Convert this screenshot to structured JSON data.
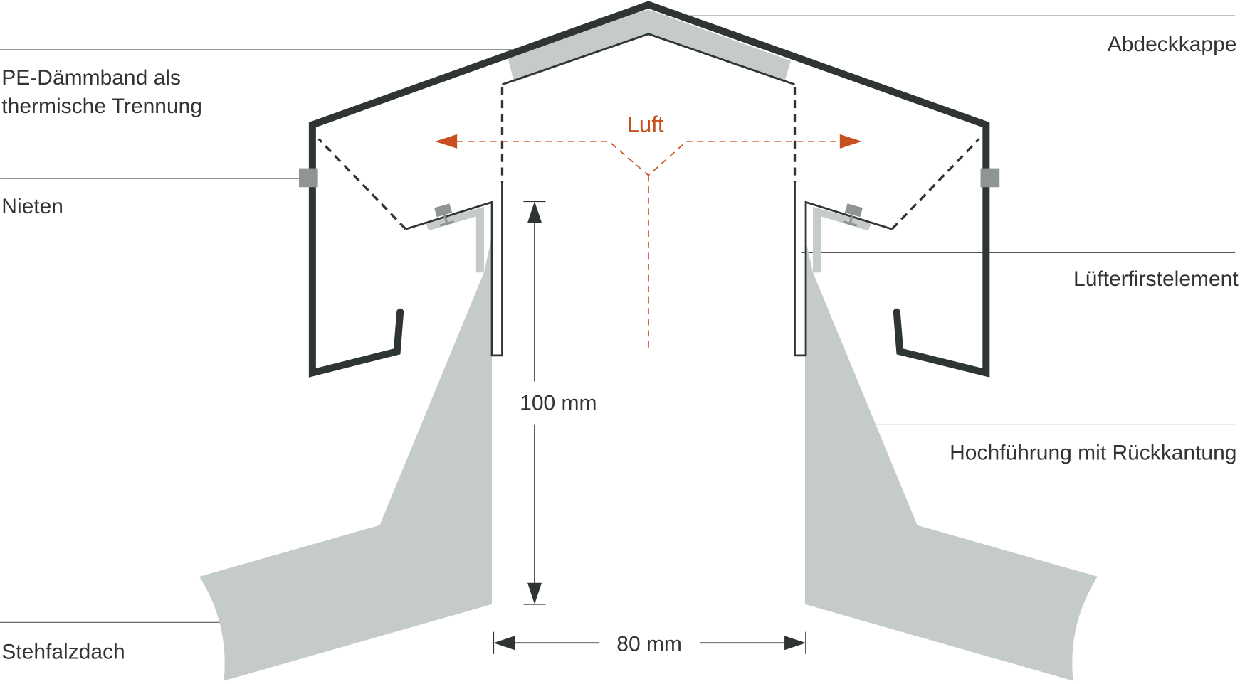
{
  "labels": {
    "abdeckkappe": "Abdeckkappe",
    "pe_line1": "PE-Dämmband als",
    "pe_line2": "thermische Trennung",
    "nieten": "Nieten",
    "luefter": "Lüfterfirstelement",
    "hochfuehrung": "Hochführung mit Rückkantung",
    "stehfalz": "Stehfalzdach",
    "luft": "Luft"
  },
  "dimensions": {
    "height": "100 mm",
    "width": "80 mm"
  },
  "colors": {
    "metal": "#2e3533",
    "insulation": "#c5cbca",
    "rivet": "#8f9594",
    "air": "#c8501e"
  }
}
